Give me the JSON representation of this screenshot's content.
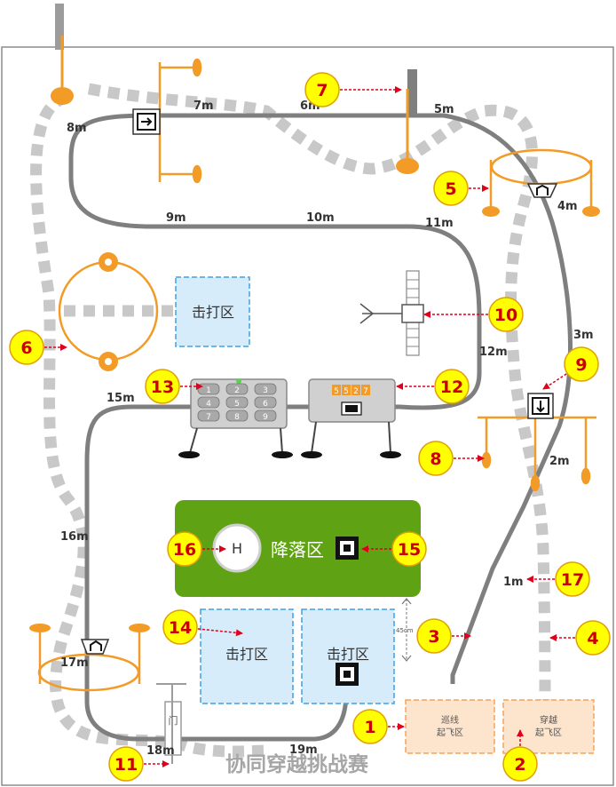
{
  "distances": [
    "8m",
    "7m",
    "6m",
    "5m",
    "4m",
    "9m",
    "10m",
    "11m",
    "12m",
    "3m",
    "2m",
    "15m",
    "16m",
    "17m",
    "18m",
    "19m",
    "1m"
  ],
  "zones": {
    "strike_top": "击打区",
    "strike_a": "击打区",
    "strike_b": "击打区",
    "landing": "降落区",
    "helipad": "H",
    "patrol_takeoff": "巡线\n起飞区",
    "cross_takeoff": "穿越\n起飞区",
    "gate": "门",
    "title": "协同穿越挑战赛",
    "gap": "45cm"
  },
  "panel_digits": [
    "5",
    "5",
    "2",
    "7"
  ],
  "keypad": [
    "1",
    "2",
    "3",
    "4",
    "5",
    "6",
    "7",
    "8",
    "9"
  ],
  "markers": [
    "1",
    "2",
    "3",
    "4",
    "5",
    "6",
    "7",
    "8",
    "9",
    "10",
    "11",
    "12",
    "13",
    "14",
    "15",
    "16",
    "17"
  ],
  "colors": {
    "marker_fill": "#ffff00",
    "marker_stroke": "#e0a000",
    "marker_text": "#cc0000",
    "arrow": "#e0001b",
    "orange": "#f29b26",
    "track": "#7f7f7f",
    "dashed": "#c8c8c8",
    "landing": "#5fa314",
    "strike_fill": "#d6ecfb",
    "strike_stroke": "#3fa0e6",
    "takeoff_fill": "#fde4cc",
    "takeoff_stroke": "#f5a25a"
  }
}
